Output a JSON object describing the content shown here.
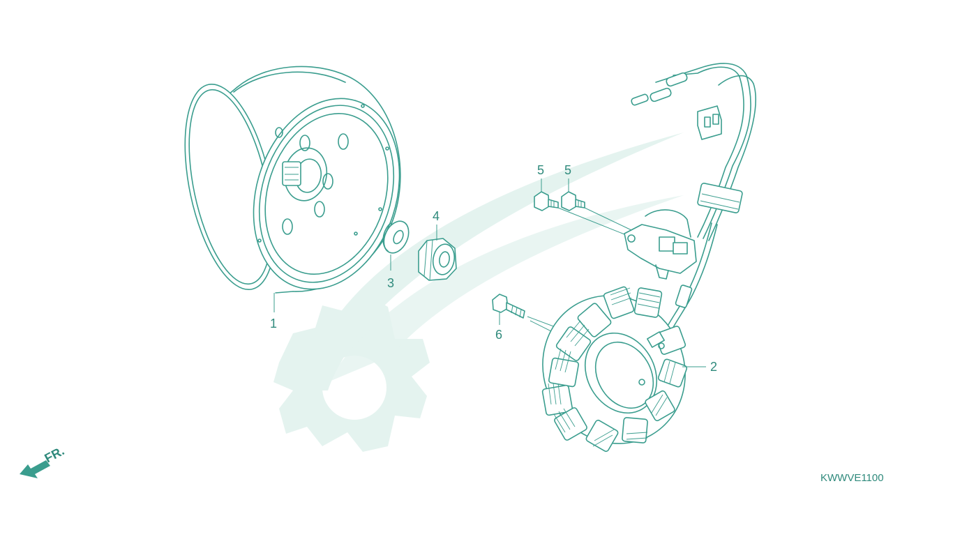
{
  "diagram": {
    "colors": {
      "line": "#3a9d8e",
      "text": "#2f8a7c",
      "watermark": "#e4f3ef",
      "background": "#ffffff"
    },
    "parts": [
      {
        "ref": "1",
        "part": "flywheel"
      },
      {
        "ref": "2",
        "part": "stator"
      },
      {
        "ref": "3",
        "part": "washer"
      },
      {
        "ref": "4",
        "part": "flange-nut"
      },
      {
        "ref": "5a",
        "label": "5",
        "part": "small-bolt"
      },
      {
        "ref": "5b",
        "label": "5",
        "part": "small-bolt"
      },
      {
        "ref": "6",
        "part": "stator-bolt"
      }
    ],
    "direction_marker": "FR.",
    "drawing_code": "KWWVE1100",
    "icons": [
      "front-direction-arrow-icon",
      "watermark-gear-logo"
    ]
  }
}
